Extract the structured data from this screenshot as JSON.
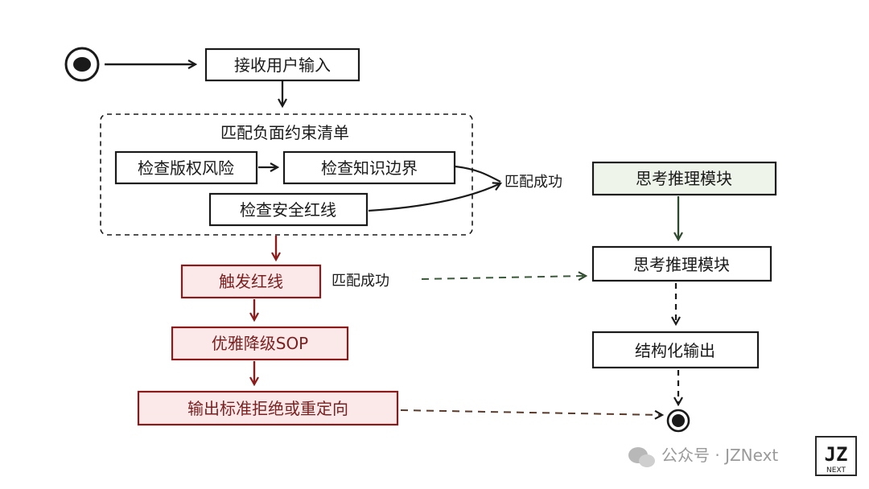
{
  "nodes": {
    "receive_input": "接收用户输入",
    "match_group_title": "匹配负面约束清单",
    "check_copyright": "检查版权风险",
    "check_knowledge": "检查知识边界",
    "check_safety": "检查安全红线",
    "reasoning_top": "思考推理模块",
    "trigger_redline": "触发红线",
    "reasoning_mid": "思考推理模块",
    "graceful_sop": "优雅降级SOP",
    "structured_output": "结构化输出",
    "reject_redirect": "输出标准拒绝或重定向"
  },
  "labels": {
    "match_success_1": "匹配成功",
    "match_success_2": "匹配成功"
  },
  "watermark": {
    "text": "公众号 · JZNext",
    "logo_text": "JZ",
    "logo_sub": "NEXT"
  },
  "colors": {
    "ink": "#1a1a1a",
    "red_line": "#8b1a1a",
    "red_fill": "#fbe9ea",
    "green_line": "#2e4a2e",
    "green_fill": "#eef4ea"
  }
}
